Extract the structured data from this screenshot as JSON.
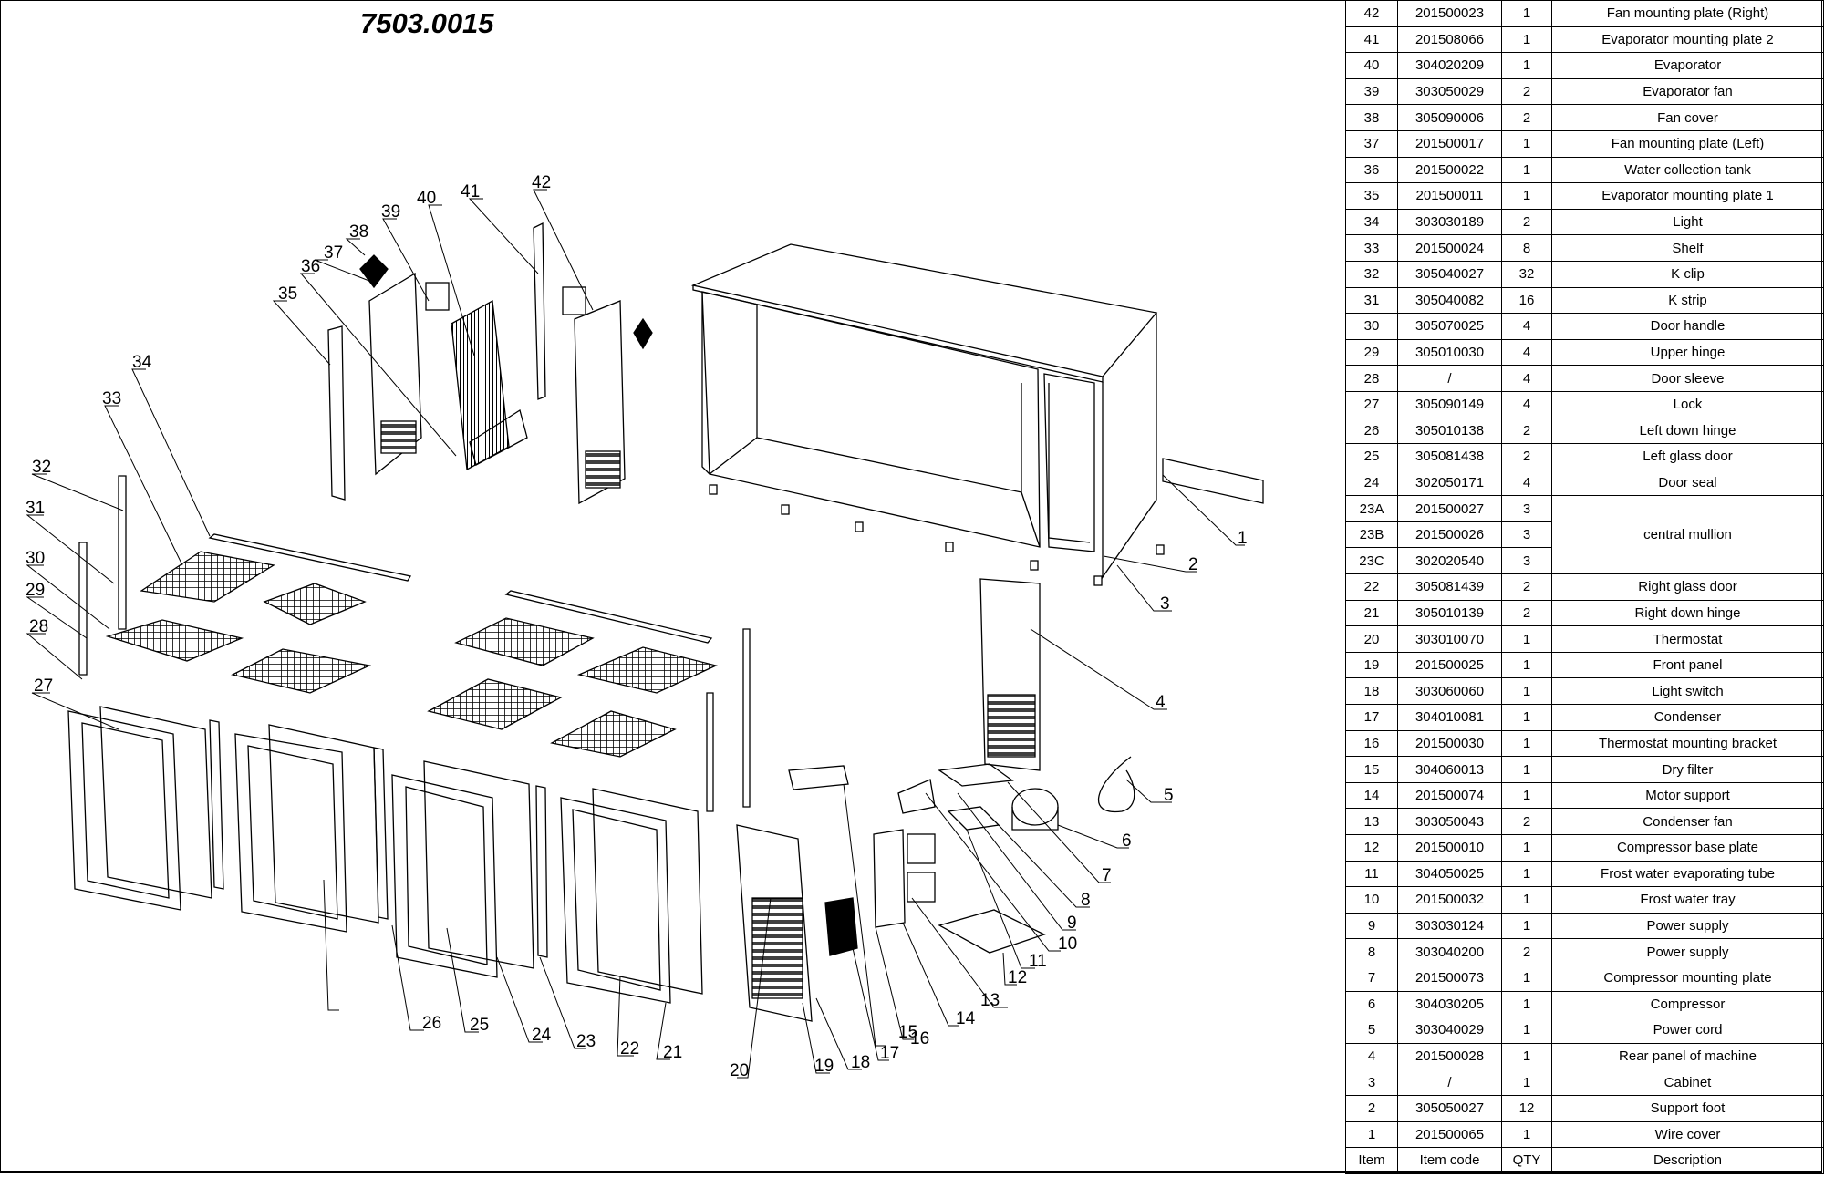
{
  "title": "7503.0015",
  "header": {
    "item": "Item",
    "code": "Item code",
    "qty": "QTY",
    "desc": "Description"
  },
  "merged_description_23": "central mullion",
  "parts": [
    {
      "item": "42",
      "code": "201500023",
      "qty": "1",
      "desc": "Fan mounting plate (Right)"
    },
    {
      "item": "41",
      "code": "201508066",
      "qty": "1",
      "desc": "Evaporator mounting plate 2"
    },
    {
      "item": "40",
      "code": "304020209",
      "qty": "1",
      "desc": "Evaporator"
    },
    {
      "item": "39",
      "code": "303050029",
      "qty": "2",
      "desc": "Evaporator fan"
    },
    {
      "item": "38",
      "code": "305090006",
      "qty": "2",
      "desc": "Fan cover"
    },
    {
      "item": "37",
      "code": "201500017",
      "qty": "1",
      "desc": "Fan mounting plate (Left)"
    },
    {
      "item": "36",
      "code": "201500022",
      "qty": "1",
      "desc": "Water collection tank"
    },
    {
      "item": "35",
      "code": "201500011",
      "qty": "1",
      "desc": "Evaporator mounting plate 1"
    },
    {
      "item": "34",
      "code": "303030189",
      "qty": "2",
      "desc": "Light"
    },
    {
      "item": "33",
      "code": "201500024",
      "qty": "8",
      "desc": "Shelf"
    },
    {
      "item": "32",
      "code": "305040027",
      "qty": "32",
      "desc": "K clip"
    },
    {
      "item": "31",
      "code": "305040082",
      "qty": "16",
      "desc": "K strip"
    },
    {
      "item": "30",
      "code": "305070025",
      "qty": "4",
      "desc": "Door handle"
    },
    {
      "item": "29",
      "code": "305010030",
      "qty": "4",
      "desc": "Upper hinge"
    },
    {
      "item": "28",
      "code": "/",
      "qty": "4",
      "desc": "Door sleeve"
    },
    {
      "item": "27",
      "code": "305090149",
      "qty": "4",
      "desc": "Lock"
    },
    {
      "item": "26",
      "code": "305010138",
      "qty": "2",
      "desc": "Left down hinge"
    },
    {
      "item": "25",
      "code": "305081438",
      "qty": "2",
      "desc": "Left glass door"
    },
    {
      "item": "24",
      "code": "302050171",
      "qty": "4",
      "desc": "Door seal"
    },
    {
      "item": "23A",
      "code": "201500027",
      "qty": "3",
      "desc": ""
    },
    {
      "item": "23B",
      "code": "201500026",
      "qty": "3",
      "desc": ""
    },
    {
      "item": "23C",
      "code": "302020540",
      "qty": "3",
      "desc": ""
    },
    {
      "item": "22",
      "code": "305081439",
      "qty": "2",
      "desc": "Right glass door"
    },
    {
      "item": "21",
      "code": "305010139",
      "qty": "2",
      "desc": "Right down hinge"
    },
    {
      "item": "20",
      "code": "303010070",
      "qty": "1",
      "desc": "Thermostat"
    },
    {
      "item": "19",
      "code": "201500025",
      "qty": "1",
      "desc": "Front panel"
    },
    {
      "item": "18",
      "code": "303060060",
      "qty": "1",
      "desc": "Light switch"
    },
    {
      "item": "17",
      "code": "304010081",
      "qty": "1",
      "desc": "Condenser"
    },
    {
      "item": "16",
      "code": "201500030",
      "qty": "1",
      "desc": "Thermostat mounting bracket"
    },
    {
      "item": "15",
      "code": "304060013",
      "qty": "1",
      "desc": "Dry filter"
    },
    {
      "item": "14",
      "code": "201500074",
      "qty": "1",
      "desc": "Motor support"
    },
    {
      "item": "13",
      "code": "303050043",
      "qty": "2",
      "desc": "Condenser fan"
    },
    {
      "item": "12",
      "code": "201500010",
      "qty": "1",
      "desc": "Compressor base plate"
    },
    {
      "item": "11",
      "code": "304050025",
      "qty": "1",
      "desc": "Frost water evaporating tube"
    },
    {
      "item": "10",
      "code": "201500032",
      "qty": "1",
      "desc": "Frost water tray"
    },
    {
      "item": "9",
      "code": "303030124",
      "qty": "1",
      "desc": "Power supply"
    },
    {
      "item": "8",
      "code": "303040200",
      "qty": "2",
      "desc": "Power supply"
    },
    {
      "item": "7",
      "code": "201500073",
      "qty": "1",
      "desc": "Compressor mounting plate"
    },
    {
      "item": "6",
      "code": "304030205",
      "qty": "1",
      "desc": "Compressor"
    },
    {
      "item": "5",
      "code": "303040029",
      "qty": "1",
      "desc": "Power cord"
    },
    {
      "item": "4",
      "code": "201500028",
      "qty": "1",
      "desc": "Rear panel of machine"
    },
    {
      "item": "3",
      "code": "/",
      "qty": "1",
      "desc": "Cabinet"
    },
    {
      "item": "2",
      "code": "305050027",
      "qty": "12",
      "desc": "Support foot"
    },
    {
      "item": "1",
      "code": "201500065",
      "qty": "1",
      "desc": "Wire cover"
    }
  ],
  "callouts": [
    "1",
    "2",
    "3",
    "4",
    "5",
    "6",
    "7",
    "8",
    "9",
    "10",
    "11",
    "12",
    "13",
    "14",
    "15",
    "16",
    "17",
    "18",
    "19",
    "20",
    "21",
    "22",
    "23",
    "24",
    "25",
    "26",
    "27",
    "28",
    "29",
    "30",
    "31",
    "32",
    "33",
    "34",
    "35",
    "36",
    "37",
    "38",
    "39",
    "40",
    "41",
    "42"
  ]
}
